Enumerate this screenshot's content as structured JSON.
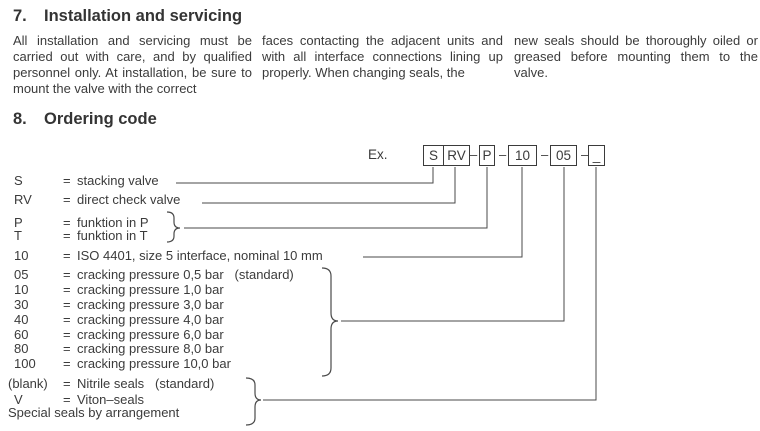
{
  "section7": {
    "number": "7.",
    "title": "Installation and servicing",
    "col1": "All installation and servicing  must be carried out with care, and by qualified personnel only. At installation, be sure to mount the valve with the correct",
    "col2": "faces contacting the adjacent units and with all interface connections lining up properly. When changing seals, the",
    "col3": "new seals should be thoroughly oiled or greased before mounting them to the valve."
  },
  "section8": {
    "number": "8.",
    "title": "Ordering code",
    "example_label": "Ex.",
    "dash": "–",
    "boxes": {
      "s": "S",
      "rv": "RV",
      "p": "P",
      "size": "10",
      "pressure": "05",
      "seal": "_"
    },
    "rows": [
      {
        "code": "S",
        "eq": "=",
        "desc": "stacking valve"
      },
      {
        "code": "RV",
        "eq": "=",
        "desc": "direct check valve"
      },
      {
        "code": "P",
        "eq": "=",
        "desc": "funktion in P"
      },
      {
        "code": "T",
        "eq": "=",
        "desc": "funktion in T"
      },
      {
        "code": "10",
        "eq": "=",
        "desc": "ISO 4401, size 5 interface, nominal 10 mm"
      },
      {
        "code": "05",
        "eq": "=",
        "desc": "cracking pressure 0,5 bar   (standard)"
      },
      {
        "code": "10",
        "eq": "=",
        "desc": "cracking pressure 1,0 bar"
      },
      {
        "code": "30",
        "eq": "=",
        "desc": "cracking pressure 3,0 bar"
      },
      {
        "code": "40",
        "eq": "=",
        "desc": "cracking pressure 4,0 bar"
      },
      {
        "code": "60",
        "eq": "=",
        "desc": "cracking pressure 6,0 bar"
      },
      {
        "code": "80",
        "eq": "=",
        "desc": "cracking pressure 8,0 bar"
      },
      {
        "code": "100",
        "eq": "=",
        "desc": "cracking pressure 10,0 bar"
      },
      {
        "code": "(blank)",
        "eq": "=",
        "desc": "Nitrile seals   (standard)"
      },
      {
        "code": "V",
        "eq": "=",
        "desc": "Viton–seals"
      },
      {
        "code": "Special seals by arrangement",
        "eq": "",
        "desc": ""
      }
    ]
  },
  "colors": {
    "text": "#3b3b3b",
    "line": "#4a4a4a",
    "background": "#ffffff"
  }
}
